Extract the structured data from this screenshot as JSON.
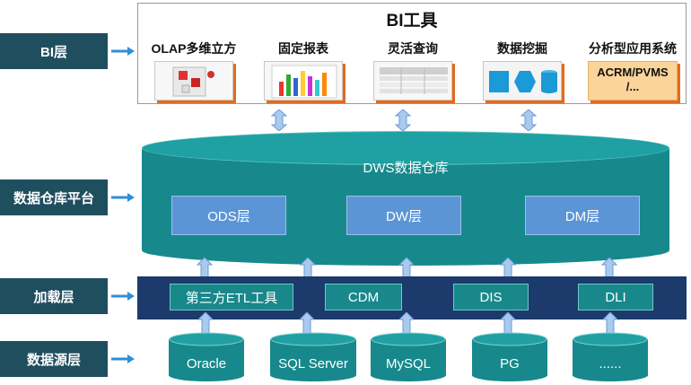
{
  "layers": [
    "BI层",
    "数据仓库平台",
    "加载层",
    "数据源层"
  ],
  "bi": {
    "title": "BI工具",
    "tools": [
      {
        "label": "OLAP多维立方",
        "thumb": "olap-cube-icon"
      },
      {
        "label": "固定报表",
        "thumb": "bar-report-icon"
      },
      {
        "label": "灵活查询",
        "thumb": "query-table-icon"
      },
      {
        "label": "数据挖掘",
        "thumb": "mining-shapes-icon"
      },
      {
        "label": "分析型应用系统",
        "thumb_text": "ACRM/PVMS\n/..."
      }
    ]
  },
  "dws": {
    "title": "DWS数据仓库",
    "boxes": [
      "ODS层",
      "DW层",
      "DM层"
    ]
  },
  "etl": [
    "第三方ETL工具",
    "CDM",
    "DIS",
    "DLI"
  ],
  "sources": [
    "Oracle",
    "SQL Server",
    "MySQL",
    "PG",
    "......"
  ],
  "colors": {
    "label_bg": "#1f4e5f",
    "teal": "#17898c",
    "blue_box": "#5b95d6",
    "navy": "#1c3a6b",
    "arrow": "#a9c9ee",
    "accent_orange": "#e26b1e"
  }
}
